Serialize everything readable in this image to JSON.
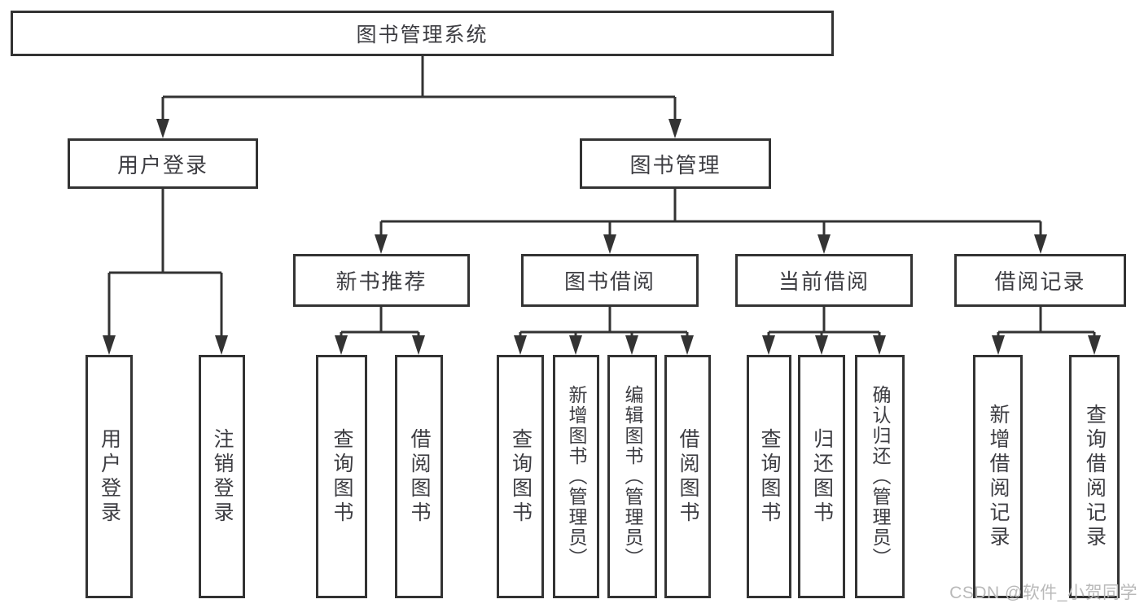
{
  "diagram_title": "图书管理系统",
  "nodes": {
    "root": "图书管理系统",
    "user_login": "用户登录",
    "book_management": "图书管理",
    "new_book_recommend": "新书推荐",
    "book_borrowing": "图书借阅",
    "current_borrowing": "当前借阅",
    "borrowing_records": "借阅记录",
    "leaf_user_login": "用户登录",
    "leaf_logout": "注销登录",
    "leaf_query_books_recommend": "查询图书",
    "leaf_borrow_books_recommend": "借阅图书",
    "leaf_query_books_borrowing": "查询图书",
    "leaf_add_books_admin": "新增图书（管理员）",
    "leaf_edit_books_admin": "编辑图书（管理员）",
    "leaf_borrow_books_borrowing": "借阅图书",
    "leaf_query_books_current": "查询图书",
    "leaf_return_books": "归还图书",
    "leaf_confirm_return_admin": "确认归还（管理员）",
    "leaf_add_borrow_record": "新增借阅记录",
    "leaf_query_borrow_record": "查询借阅记录"
  },
  "watermark": "CSDN @软件_小贺同学",
  "colors": {
    "line": "#333333",
    "box_border": "#333333",
    "box_background": "#ffffff",
    "text": "#3d3d42",
    "watermark": "#b9b9b9",
    "page_background": "#ffffff"
  }
}
